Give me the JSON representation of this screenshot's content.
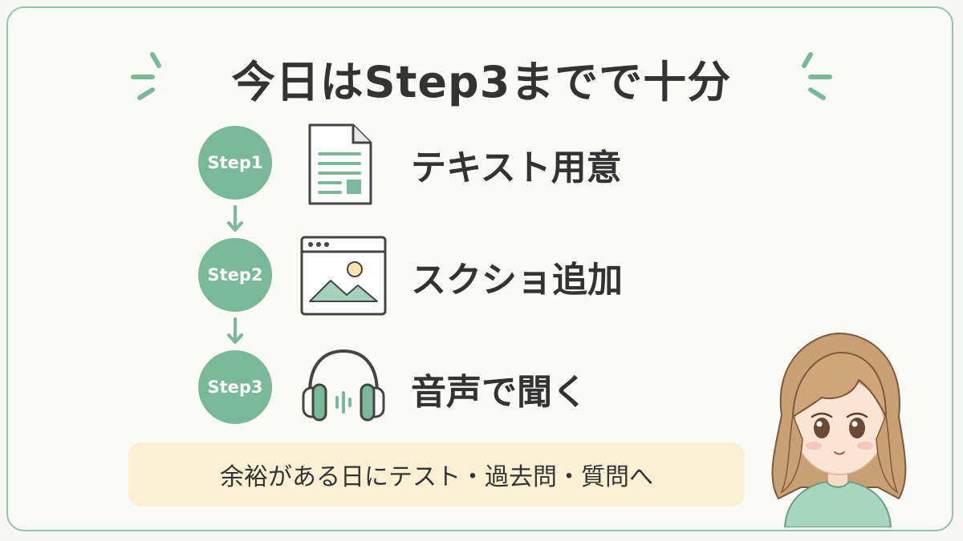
{
  "title": "今日はStep3までで十分",
  "steps": [
    {
      "badge": "Step1",
      "label": "テキスト用意",
      "icon": "document-icon"
    },
    {
      "badge": "Step2",
      "label": "スクショ追加",
      "icon": "screenshot-image-icon"
    },
    {
      "badge": "Step3",
      "label": "音声で聞く",
      "icon": "headphones-icon"
    }
  ],
  "footer": "余裕がある日にテスト・過去問・質問へ",
  "colors": {
    "accent_green": "#79b898",
    "border_green": "#8fc4ad",
    "footer_bg": "#fbf0d3",
    "text": "#333333"
  }
}
